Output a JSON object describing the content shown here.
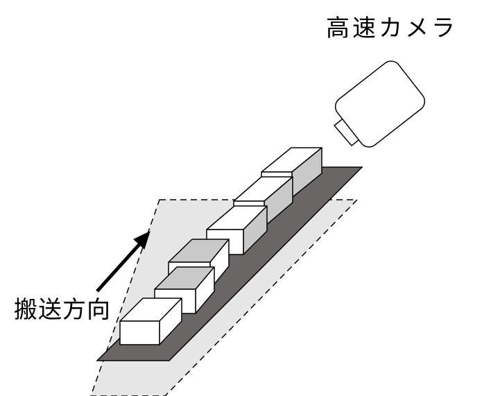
{
  "labels": {
    "camera": "高速カメラ",
    "transport_direction": "搬送方向"
  },
  "colors": {
    "belt": "#6b6666",
    "shadow_area": "#e6e6e6",
    "box_front": "#ffffff",
    "box_top_white": "#ffffff",
    "box_top_gray": "#c9c9c9",
    "box_side_gray": "#c9c9c9",
    "stroke": "#000000"
  },
  "boxes": [
    {
      "name": "box-1",
      "top_shade": "white",
      "side_shade": "white"
    },
    {
      "name": "box-2",
      "top_shade": "gray",
      "side_shade": "white"
    },
    {
      "name": "box-3",
      "top_shade": "gray",
      "side_shade": "white"
    },
    {
      "name": "box-4",
      "top_shade": "white",
      "side_shade": "gray"
    },
    {
      "name": "box-5",
      "top_shade": "white",
      "side_shade": "gray"
    },
    {
      "name": "box-6",
      "top_shade": "white",
      "side_shade": "gray"
    }
  ]
}
